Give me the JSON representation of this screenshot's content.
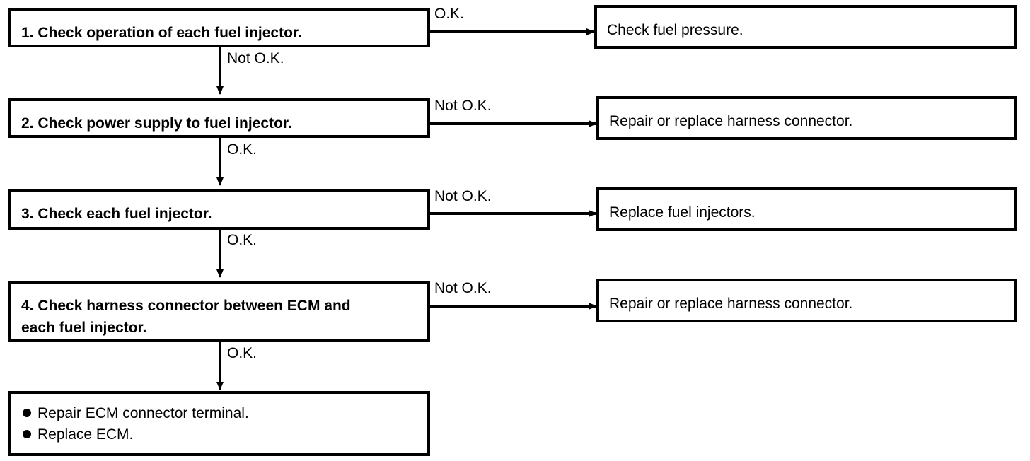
{
  "steps": [
    {
      "label": "1.  Check operation of each fuel injector.",
      "yes_label": "O.K.",
      "yes_result": "Check fuel pressure.",
      "no_label": "Not O.K."
    },
    {
      "label": "2.  Check power supply to fuel injector.",
      "no_label": "Not O.K.",
      "no_result": "Repair or replace harness connector.",
      "yes_label": "O.K."
    },
    {
      "label": "3.  Check each fuel injector.",
      "no_label": "Not O.K.",
      "no_result": "Replace fuel injectors.",
      "yes_label": "O.K."
    },
    {
      "label": "4.  Check harness connector between ECM and\n     each fuel injector.",
      "no_label": "Not O.K.",
      "no_result": "Repair or replace harness connector.",
      "yes_label": "O.K."
    }
  ],
  "final_actions": [
    "Repair ECM connector terminal.",
    "Replace ECM."
  ],
  "colors": {
    "line": "#000000",
    "background": "#ffffff"
  }
}
